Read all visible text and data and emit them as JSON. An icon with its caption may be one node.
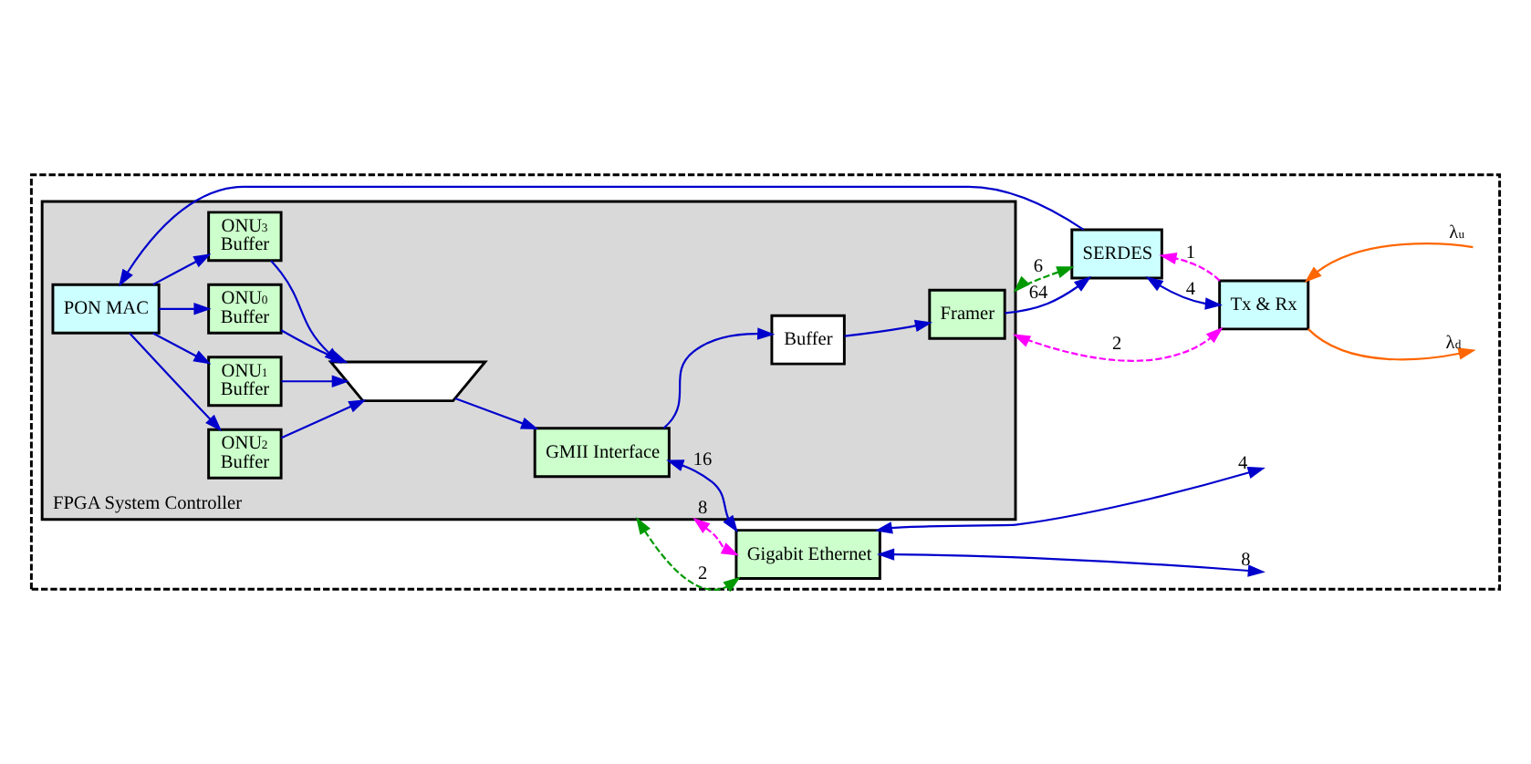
{
  "diagram": {
    "nodes": [
      {
        "text": [],
        "shape": "box"
      },
      {
        "text": [
          "FPGA System Controller"
        ],
        "in": 0
      },
      {
        "text": [
          "PON MAC"
        ],
        "in": 1
      },
      {
        "text": [
          "ONU$_{3}$ Buffer"
        ],
        "in": 1
      },
      {
        "text": [
          "ONU$_{2}$ Buffer"
        ],
        "in": 1
      },
      {
        "text": [
          "ONU$_{1}$ Buffer"
        ],
        "in": 1
      },
      {
        "text": [
          "ONU$_{0}$ Buffer"
        ],
        "in": 1
      },
      {
        "text": [
          "Framer"
        ],
        "in": 1
      },
      {
        "text": [
          "Buffer"
        ],
        "in": 1
      },
      {
        "text": [],
        "shape": "trapezoid",
        "in": 1
      },
      {
        "text": [
          "GMII Interface"
        ],
        "in": 1
      },
      {
        "text": [
          "SERDES"
        ],
        "in": 0
      },
      {
        "text": [
          "Tx & Rx"
        ],
        "in": 0
      },
      {
        "text": [
          "Gigabit Ethernet"
        ],
        "in": 0
      }
    ],
    "edges": [
      {
        "from": 2,
        "to": 3,
        "arrow": "to"
      },
      {
        "from": 2,
        "to": 4,
        "arrow": "to"
      },
      {
        "from": 2,
        "to": 5,
        "arrow": "to"
      },
      {
        "from": 2,
        "to": 6,
        "arrow": "to"
      },
      {
        "from": 3,
        "to": 9,
        "arrow": "to"
      },
      {
        "from": 4,
        "to": 9,
        "arrow": "to"
      },
      {
        "from": 5,
        "to": 9,
        "arrow": "to"
      },
      {
        "from": 6,
        "to": 9,
        "arrow": "to"
      },
      {
        "from": 9,
        "to": 10,
        "arrow": "to"
      },
      {
        "from": 10,
        "to": 8,
        "arrow": "to"
      },
      {
        "from": 8,
        "to": 7,
        "arrow": "to"
      },
      {
        "from": 7,
        "to": 11,
        "arrow": "to",
        "label": "64"
      },
      {
        "from": 11,
        "to": 2,
        "arrow": "to"
      },
      {
        "from": 1,
        "to": 11,
        "arrow": "both",
        "label": "6",
        "style": "dashed",
        "color": "#009900"
      },
      {
        "from": 12,
        "to": 11,
        "arrow": "to",
        "label": "1",
        "style": "dashed",
        "color": "#ff00ff"
      },
      {
        "from": 11,
        "to": 12,
        "arrow": "both",
        "label": "4"
      },
      {
        "from": 1,
        "to": 12,
        "arrow": "both",
        "label": "2",
        "style": "dashed",
        "color": "#ff00ff"
      },
      {
        "from": null,
        "to": 12,
        "arrow": "to",
        "label": "λ$_{u}$",
        "color": "#ff6600"
      },
      {
        "from": 12,
        "to": null,
        "arrow": "to",
        "label": "λ$_{d}$",
        "color": "#ff6600"
      },
      {
        "from": 10,
        "to": 13,
        "arrow": "both",
        "label": "16"
      },
      {
        "from": 1,
        "to": 13,
        "arrow": "both",
        "label": "8",
        "style": "dashed",
        "color": "#ff00ff"
      },
      {
        "from": 1,
        "to": 13,
        "arrow": "both",
        "label": "2",
        "style": "dashed",
        "color": "#009900"
      },
      {
        "from": 13,
        "to": null,
        "arrow": "both",
        "label": "4"
      },
      {
        "from": 13,
        "to": null,
        "arrow": "both",
        "label": "8"
      }
    ]
  }
}
